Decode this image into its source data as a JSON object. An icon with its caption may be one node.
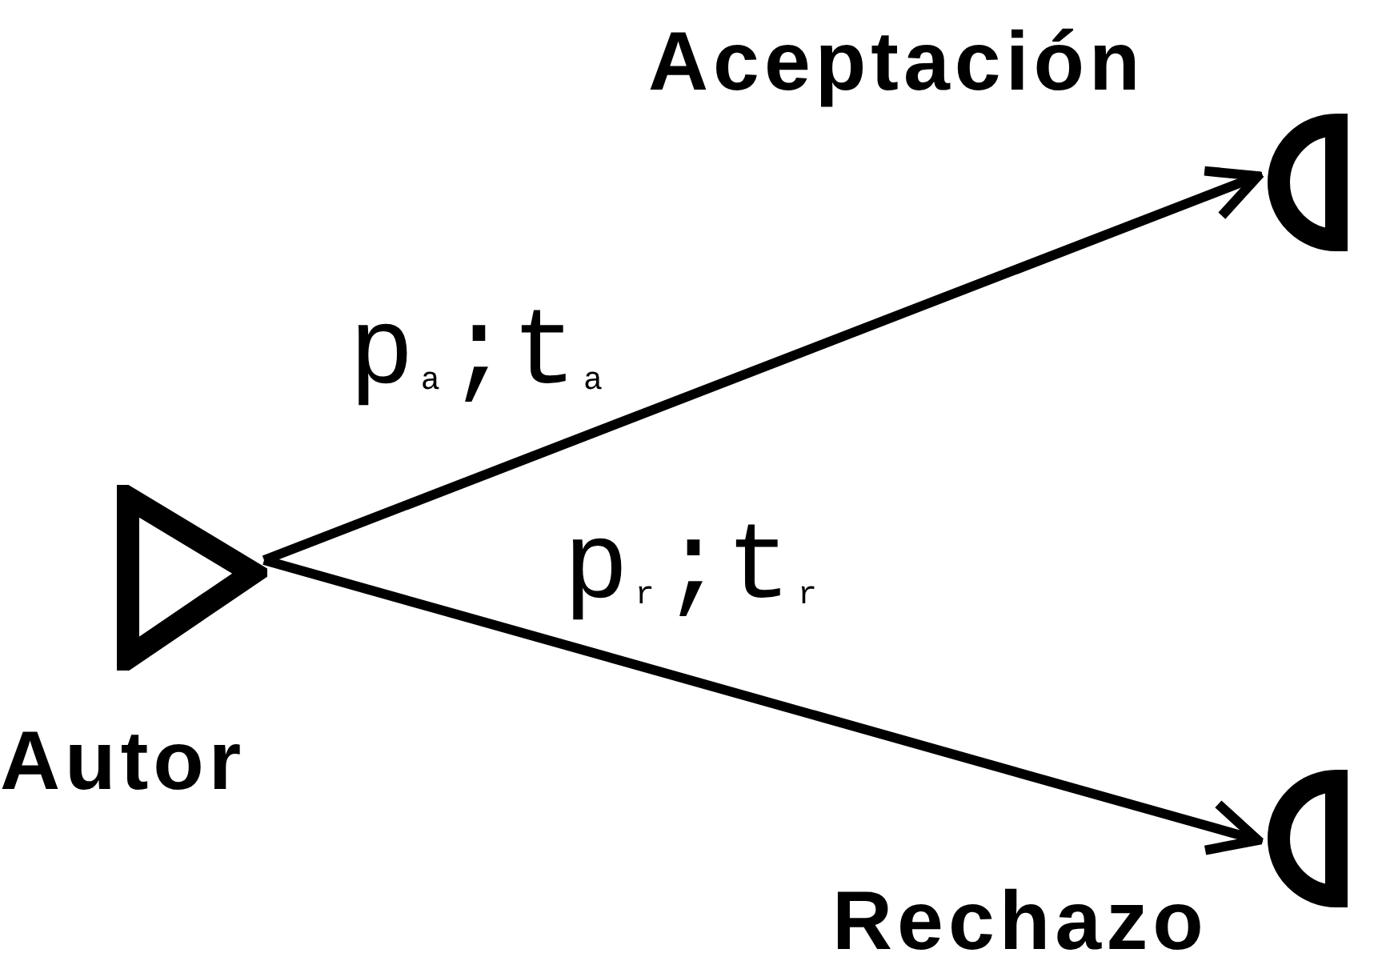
{
  "diagram": {
    "nodes": [
      {
        "text": [
          "Autor"
        ]
      },
      {
        "text": [
          "Aceptación"
        ]
      },
      {
        "text": [
          "Rechazo"
        ]
      }
    ],
    "edges": [
      {
        "from": 0,
        "to": 1,
        "arrow": "to",
        "label": "p$_{a}$;t$_{a}$"
      },
      {
        "from": 0,
        "to": 2,
        "arrow": "to",
        "label": "p$_{r}$;t$_{r}$"
      }
    ]
  }
}
